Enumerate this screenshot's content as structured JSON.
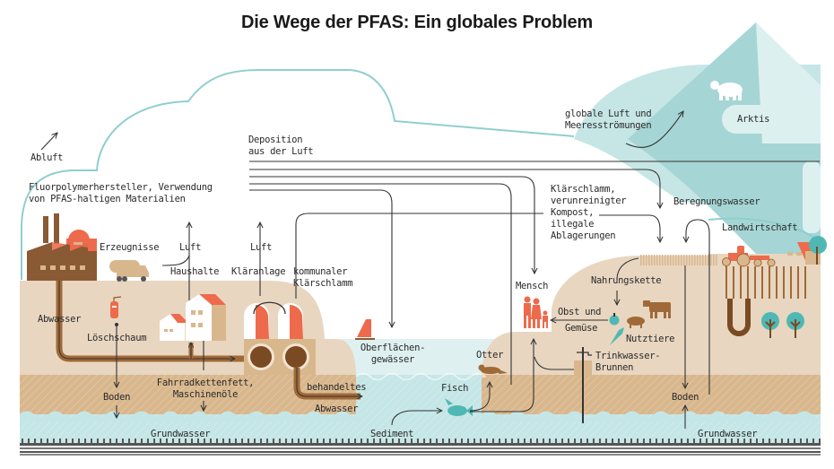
{
  "title": "Die Wege der PFAS: Ein globales Problem",
  "colors": {
    "cloud_outline": "#8fcfcf",
    "arctic_dark": "#a8d6d6",
    "arctic_light": "#d8eeee",
    "land": "#e8d6c0",
    "soil": "#d9b78d",
    "groundwater": "#c5e6e6",
    "surface_water": "#dff0f0",
    "brown_dark": "#7a4a22",
    "brown_pipe": "#a06a38",
    "accent_red": "#ee6a4c",
    "teal": "#4fb8b4",
    "line": "#333333"
  },
  "labels": {
    "abluft": "Abluft",
    "hersteller": "Fluorpolymerhersteller, Verwendung\nvon PFAS-haltigen Materialien",
    "deposition": "Deposition\naus der Luft",
    "globale_luft": "globale Luft und\nMeeresströmungen",
    "arktis": "Arktis",
    "klaerschlamm_kompost": "Klärschlamm,\nverunreinigter\nKompost,\nillegale\nAblagerungen",
    "beregnungswasser": "Beregnungswasser",
    "landwirtschaft": "Landwirtschaft",
    "erzeugnisse": "Erzeugnisse",
    "luft_1": "Luft",
    "luft_2": "Luft",
    "haushalte": "Haushalte",
    "klaeranlage": "Kläranlage",
    "kommunaler_klaerschlamm": "kommunaler\nKlärschlamm",
    "abwasser": "Abwasser",
    "loeschschaum": "Löschschaum",
    "fahrradkettenfett": "Fahrradkettenfett,\nMaschinenöle",
    "boden_left": "Boden",
    "grundwasser_left": "Grundwasser",
    "oberflaechengewaesser": "Oberflächen-\ngewässer",
    "behandeltes": "behandeltes",
    "abwasser_treated": "Abwasser",
    "sediment": "Sediment",
    "fisch": "Fisch",
    "otter": "Otter",
    "mensch": "Mensch",
    "nahrungskette": "Nahrungskette",
    "obst_und": "Obst und",
    "gemuese": "Gemüse",
    "nutztiere": "Nutztiere",
    "trinkwasser": "Trinkwasser-\nBrunnen",
    "boden_right": "Boden",
    "grundwasser_right": "Grundwasser"
  }
}
